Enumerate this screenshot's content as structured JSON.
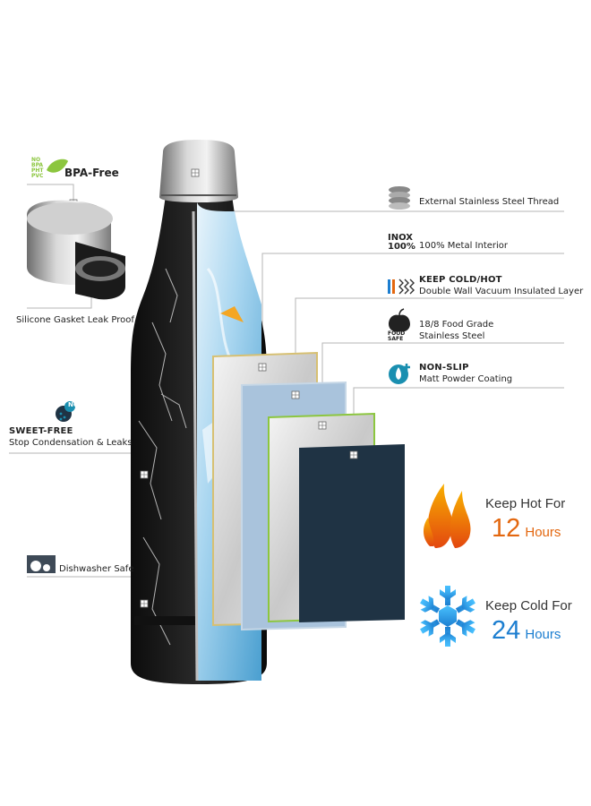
{
  "left_features": {
    "bpa": {
      "icon_text": "NO BPA PHT PVC",
      "label": "BPA-Free"
    },
    "gasket": {
      "label": "Silicone Gasket Leak Proof"
    },
    "sweet": {
      "badge": "NO",
      "title": "SWEET-FREE",
      "subtitle": "Stop Condensation & Leaks"
    },
    "dishwasher": {
      "label": "Dishwasher Safe"
    }
  },
  "right_features": {
    "thread": {
      "label": "External Stainless Steel Thread"
    },
    "inox": {
      "icon_line1": "INOX",
      "icon_line2": "100%",
      "label": "100% Metal Interior"
    },
    "vacuum": {
      "title": "KEEP COLD/HOT",
      "subtitle": "Double Wall Vacuum Insulated Layer"
    },
    "food": {
      "icon_line1": "FOOD",
      "icon_line2": "SAFE",
      "title": "18/8 Food Grade",
      "subtitle": "Stainless Steel"
    },
    "nonslip": {
      "title": "NON-SLIP",
      "subtitle": "Matt Powder Coating"
    }
  },
  "keep_hot": {
    "line1": "Keep Hot For",
    "number": "12",
    "unit": "Hours"
  },
  "keep_cold": {
    "line1": "Keep Cold For",
    "number": "24",
    "unit": "Hours"
  },
  "colors": {
    "hot": "#e3670f",
    "cold": "#1c7ed0",
    "layer_dark": "#1f3344",
    "layer_blue": "#a9c3dc",
    "layer_green": "#8cc63f"
  }
}
